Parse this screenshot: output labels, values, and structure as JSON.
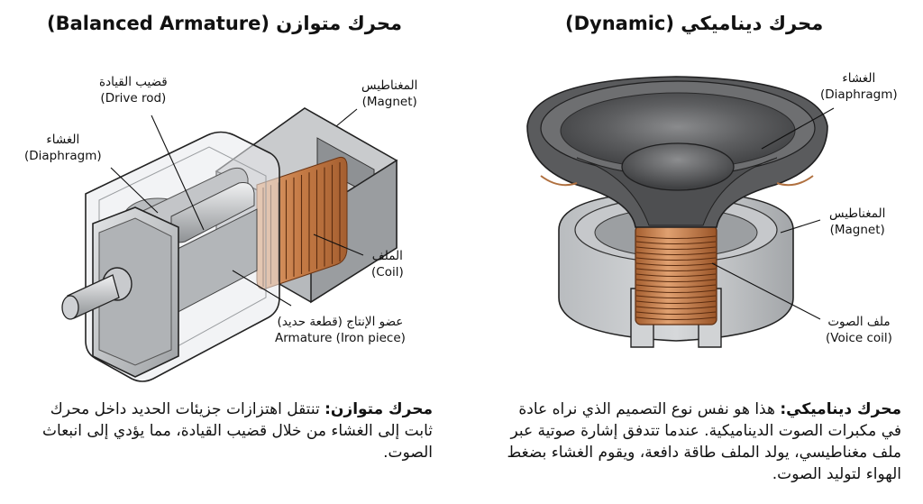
{
  "left_panel": {
    "title": "محرك متوازن (Balanced Armature)",
    "labels": {
      "drive_rod": {
        "ar": "قضيب القيادة",
        "en": "(Drive rod)"
      },
      "diaphragm": {
        "ar": "الغشاء",
        "en": "(Diaphragm)"
      },
      "magnet": {
        "ar": "المغناطيس",
        "en": "(Magnet)"
      },
      "coil": {
        "ar": "الملف",
        "en": "(Coil)"
      },
      "armature": {
        "ar": "عضو الإنتاج (قطعة حديد)",
        "en": "Armature (Iron piece)"
      }
    },
    "description": {
      "lead": "محرك متوازن:",
      "text": " تنتقل اهتزازات جزيئات الحديد داخل محرك ثابت إلى الغشاء من خلال قضيب القيادة، مما يؤدي إلى انبعاث الصوت."
    }
  },
  "right_panel": {
    "title": "محرك ديناميكي (Dynamic)",
    "labels": {
      "diaphragm": {
        "ar": "الغشاء",
        "en": "(Diaphragm)"
      },
      "magnet": {
        "ar": "المغناطيس",
        "en": "(Magnet)"
      },
      "voice_coil": {
        "ar": "ملف الصوت",
        "en": "(Voice coil)"
      }
    },
    "description": {
      "lead": "محرك ديناميكي:",
      "text": " هذا هو نفس نوع التصميم الذي نراه عادة في مكبرات الصوت الديناميكية. عندما تتدفق إشارة صوتية عبر ملف مغناطيسي، يولد الملف طاقة دافعة، ويقوم الغشاء بضغط الهواء لتوليد الصوت."
    }
  },
  "colors": {
    "metal_light": "#d4d6d8",
    "metal_mid": "#a9acaf",
    "metal_dark": "#7d8083",
    "copper": "#c8824f",
    "copper_dark": "#8a4a22",
    "cone_dark": "#4a4b4d",
    "cone_mid": "#6b6c6e"
  }
}
